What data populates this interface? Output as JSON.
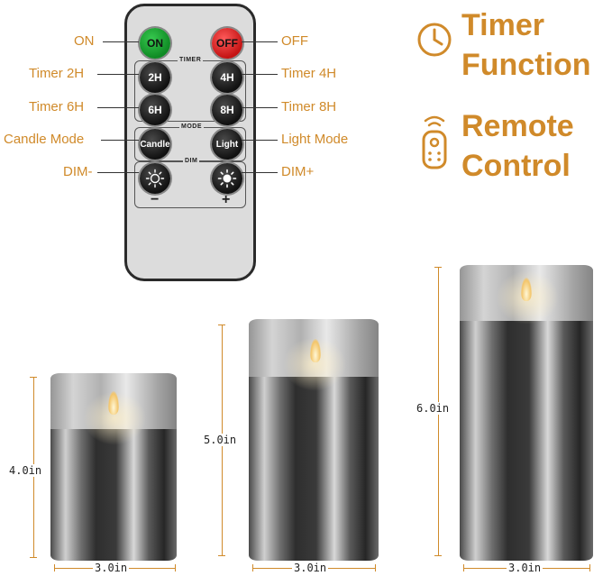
{
  "remote": {
    "buttons": {
      "on": "ON",
      "off": "OFF",
      "t2": "2H",
      "t4": "4H",
      "t6": "6H",
      "t8": "8H",
      "candle": "Candle",
      "light": "Light"
    },
    "groups": {
      "timer": "TIMER",
      "mode": "MODE",
      "dim": "DIM"
    },
    "minus": "−",
    "plus": "+"
  },
  "callouts": {
    "on": "ON",
    "off": "OFF",
    "timer2": "Timer 2H",
    "timer4": "Timer 4H",
    "timer6": "Timer 6H",
    "timer8": "Timer 8H",
    "candle_mode": "Candle Mode",
    "light_mode": "Light Mode",
    "dim_minus": "DIM-",
    "dim_plus": "DIM+"
  },
  "features": {
    "timer_line1": "Timer",
    "timer_line2": "Function",
    "remote_line1": "Remote",
    "remote_line2": "Control"
  },
  "candles": {
    "small": {
      "height": "4.0in",
      "width": "3.0in"
    },
    "medium": {
      "height": "5.0in",
      "width": "3.0in"
    },
    "large": {
      "height": "6.0in",
      "width": "3.0in"
    }
  },
  "colors": {
    "accent": "#d08a2a",
    "on_button": "#1ea838",
    "off_button": "#e02020"
  },
  "icons": [
    "clock-icon",
    "remote-icon",
    "sun-dim-icon",
    "sun-bright-icon"
  ]
}
